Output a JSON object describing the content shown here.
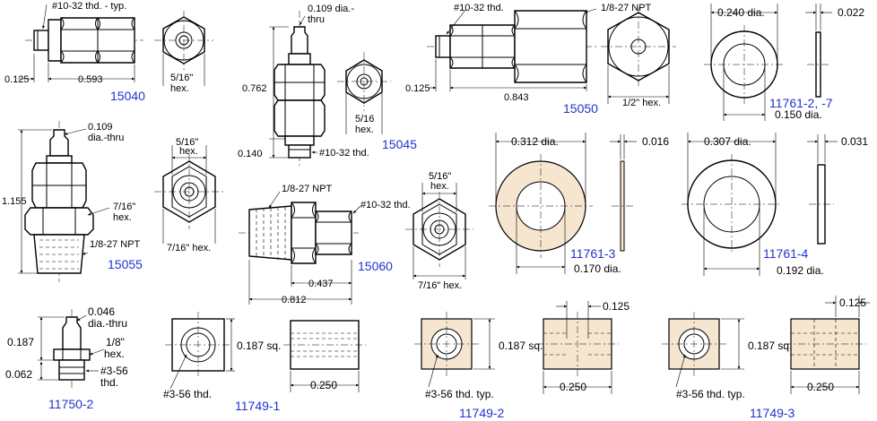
{
  "colors": {
    "part_number": "#2233cc",
    "brass_fill": "#f6e6cf",
    "line": "#000000"
  },
  "p15040": {
    "part": "15040",
    "thread": "#10-32 thd. - typ.",
    "d1": "0.125",
    "d2": "0.593",
    "hex": "5/16\"",
    "hex2": "hex."
  },
  "p15045": {
    "part": "15045",
    "thru1": "0.109 dia.-",
    "thru2": "thru",
    "length": "0.762",
    "d1": "0.140",
    "thread": "#10-32 thd.",
    "hex": "5/16",
    "hex2": "hex."
  },
  "p15050": {
    "part": "15050",
    "thread": "#10-32 thd.",
    "npt": "1/8-27 NPT",
    "d1": "0.125",
    "d2": "0.843",
    "hex": "1/2\" hex."
  },
  "p11761_2": {
    "part": "11761-2, -7",
    "od": "0.240 dia.",
    "t": "0.022",
    "id": "0.150 dia."
  },
  "p15055": {
    "part": "15055",
    "thru1": "0.109",
    "thru2": "dia.-thru",
    "length": "1.155",
    "hex1": "7/16\"",
    "hex1b": "hex.",
    "npt": "1/8-27 NPT",
    "top_hex": "5/16\"",
    "top_hex2": "hex.",
    "bottom_hex": "7/16\" hex."
  },
  "p15060": {
    "part": "15060",
    "npt": "1/8-27 NPT",
    "thread": "#10-32 thd.",
    "d1": "0.437",
    "d2": "0.812",
    "top_hex": "5/16\"",
    "top_hex2": "hex.",
    "bottom_hex": "7/16\" hex."
  },
  "p11761_3": {
    "part": "11761-3",
    "od": "0.312 dia.",
    "t": "0.016",
    "id": "0.170 dia."
  },
  "p11761_4": {
    "part": "11761-4",
    "od": "0.307 dia.",
    "t": "0.031",
    "id": "0.192 dia."
  },
  "p11750_2": {
    "part": "11750-2",
    "thru1": "0.046",
    "thru2": "dia.-thru",
    "d1": "0.187",
    "d2": "0.062",
    "hex1": "1/8\"",
    "hex2": "hex.",
    "thread1": "#3-56",
    "thread2": "thd."
  },
  "p11749_1": {
    "part": "11749-1",
    "sq": "0.187 sq.",
    "thread": "#3-56 thd.",
    "len": "0.250"
  },
  "p11749_2": {
    "part": "11749-2",
    "d1": "0.125",
    "sq": "0.187 sq.",
    "thread": "#3-56 thd. typ.",
    "len": "0.250"
  },
  "p11749_3": {
    "part": "11749-3",
    "d1": "0.125",
    "sq": "0.187 sq.",
    "thread": "#3-56 thd. typ.",
    "len": "0.250"
  }
}
